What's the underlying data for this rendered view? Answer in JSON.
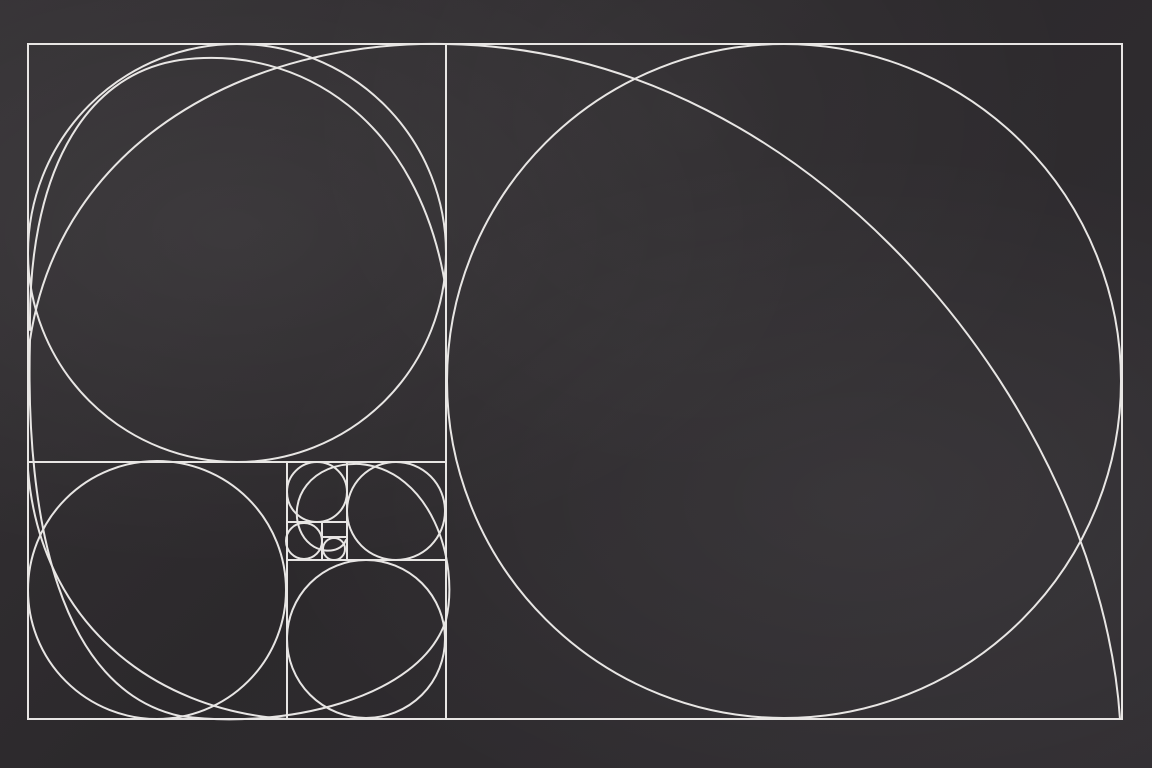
{
  "diagram": {
    "kind": "golden-ratio-spiral",
    "background": "chalkboard",
    "colors": {
      "board": "#2e2b2e",
      "chalk": "#f2f0ee"
    },
    "square_sides_fibonacci": [
      1,
      1,
      2,
      3,
      5,
      8,
      13,
      21,
      34
    ]
  }
}
